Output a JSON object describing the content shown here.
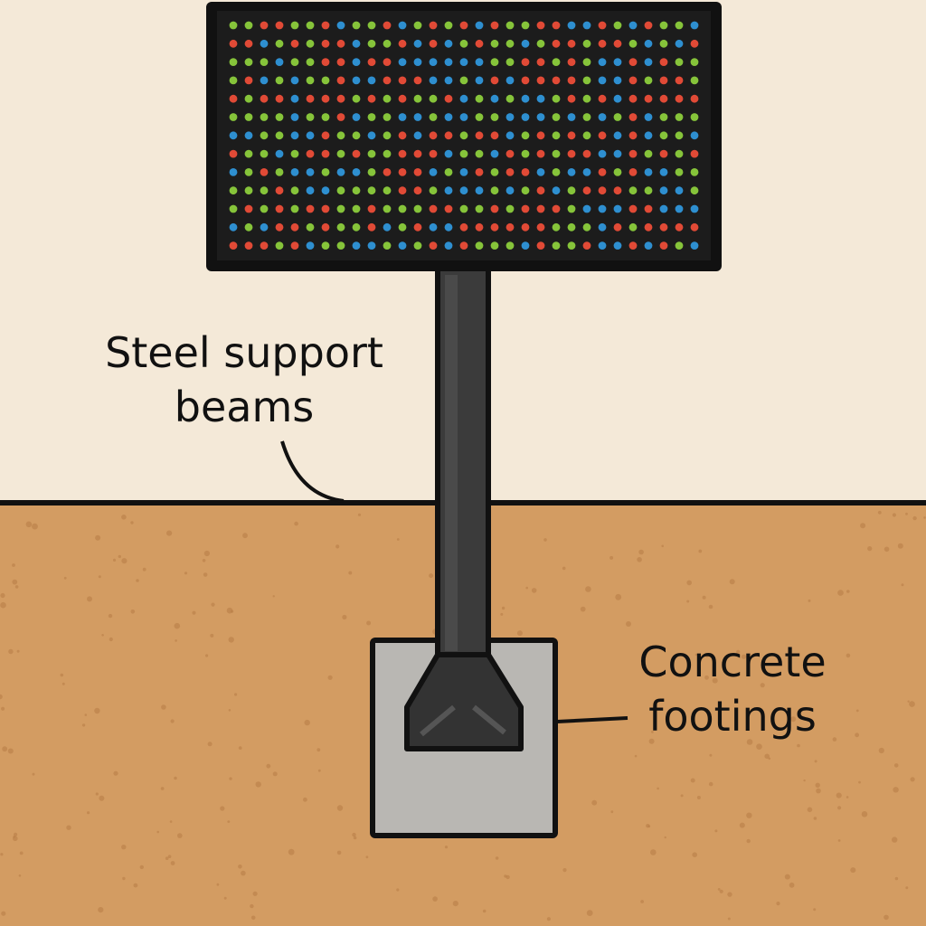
{
  "labels": {
    "steel_support": {
      "line1": "Steel support",
      "line2": "beams"
    },
    "concrete_footing": {
      "line1": "Concrete",
      "line2": "footings"
    }
  },
  "colors": {
    "sky": "#f4e9d8",
    "ground": "#d39c62",
    "ground_speckle": "#b97f48",
    "sign_frame": "#111111",
    "sign_face": "#1c1c1c",
    "pole": "#3b3b3b",
    "concrete": "#b9b7b3",
    "outline": "#111111",
    "led_colors": [
      "#e14a36",
      "#86c43a",
      "#2e8fd0"
    ]
  },
  "icons": {
    "sign": "led-display-board",
    "pole": "steel-pole",
    "footing": "concrete-footing-block"
  }
}
